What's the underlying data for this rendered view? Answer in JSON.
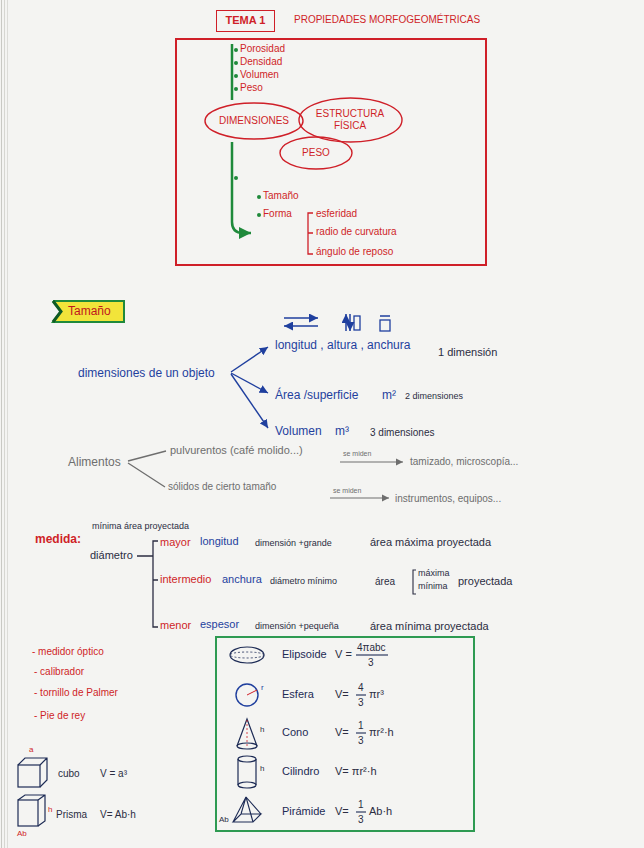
{
  "diagram": {
    "title": "PROPIEDADES MORFOGEOMÉTRICAS",
    "nodes": [
      {
        "text": [
          "TEMA 1"
        ]
      },
      {
        "text": [
          "Porosidad",
          "Densidad",
          "Volumen",
          "Peso",
          "Tamaño",
          "Forma",
          "esferidad",
          "radio de curvatura",
          "ángulo de reposo"
        ]
      },
      {
        "text": [
          "DIMENSIONES"
        ],
        "in": 1
      },
      {
        "text": [
          "ESTRUCTURA FÍSICA"
        ],
        "in": 1
      },
      {
        "text": [
          "PESO"
        ],
        "in": 1
      },
      {
        "text": [
          "Tamaño"
        ]
      },
      {
        "text": [
          "Elipsoide",
          "V =",
          "4πabc",
          "3",
          "Esfera",
          "V=",
          "4",
          "3",
          "πr³",
          "Cono",
          "V=",
          "1",
          "3",
          "πr²·h",
          "Cilindro",
          "V= πr²·h",
          "Pirámide",
          "V=",
          "1",
          "3",
          "Ab·h"
        ]
      }
    ],
    "labels": [
      "dimensiones de un objeto",
      "longitud , altura , anchura",
      "1 dimensión",
      "Área /superficie",
      "m²",
      "2 dimensiones",
      "Volumen",
      "m³",
      "3 dimensiones",
      "Alimentos",
      "pulvurentos (café molido...)",
      "se miden",
      "tamizado, microscopía...",
      "sólidos de cierto tamaño",
      "se miden",
      "instrumentos, equipos...",
      "mínima área proyectada",
      "medida:",
      "diámetro",
      "mayor",
      "longitud",
      "dimensión +grande",
      "área máxima proyectada",
      "intermedio",
      "anchura",
      "diámetro mínimo",
      "área",
      "máxima",
      "mínima",
      "proyectada",
      "menor",
      "espesor",
      "dimensión +pequeña",
      "área mínima proyectada",
      "- medidor óptico",
      "- calibrador",
      "- tornillo de Palmer",
      "- Pie de rey",
      "cubo",
      "V = a³",
      "Prisma",
      "V= Ab·h",
      "a",
      "h",
      "Ab",
      "r",
      "h",
      "h",
      "Ab"
    ]
  }
}
